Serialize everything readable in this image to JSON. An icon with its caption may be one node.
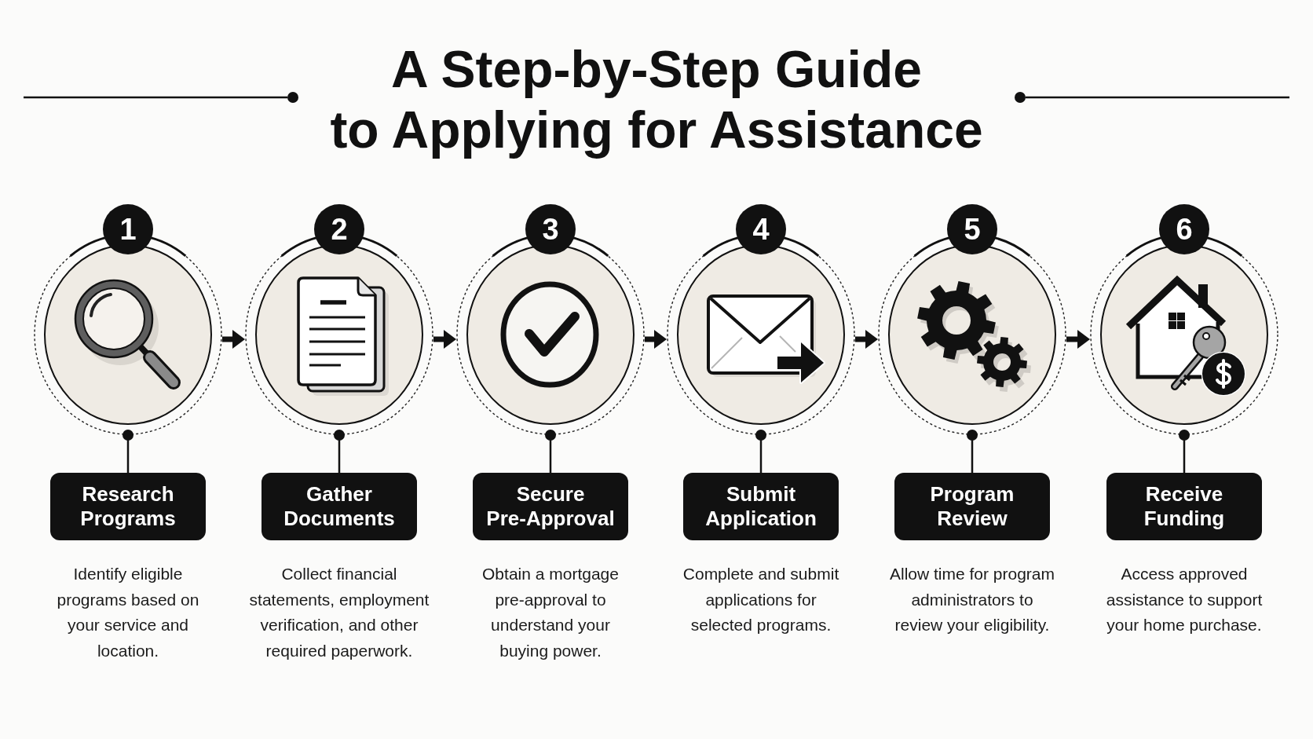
{
  "diagram": {
    "title": "A Step-by-Step Guide to Applying for Assistance",
    "nodes": [
      {
        "text": [
          "1"
        ]
      },
      {
        "text": [],
        "shape": "circle"
      },
      {
        "text": [
          "Research Programs"
        ],
        "beside": [
          "Identify eligible programs based on your service and location."
        ]
      },
      {
        "text": [
          "2"
        ]
      },
      {
        "text": [],
        "shape": "circle"
      },
      {
        "text": [
          "Gather Documents"
        ],
        "beside": [
          "Collect financial statements, employment verification, and other required paperwork."
        ]
      },
      {
        "text": [
          "3"
        ]
      },
      {
        "text": [],
        "shape": "circle"
      },
      {
        "text": [
          "Secure Pre-Approval"
        ],
        "beside": [
          "Obtain a mortgage pre-approval to understand your buying power."
        ]
      },
      {
        "text": [
          "4"
        ]
      },
      {
        "text": [],
        "shape": "circle"
      },
      {
        "text": [
          "Submit Application"
        ],
        "beside": [
          "Complete and submit applications for selected programs."
        ]
      },
      {
        "text": [
          "5"
        ]
      },
      {
        "text": [],
        "shape": "circle"
      },
      {
        "text": [
          "Program Review"
        ],
        "beside": [
          "Allow time for program administrators to review your eligibility."
        ]
      },
      {
        "text": [
          "6"
        ]
      },
      {
        "text": [],
        "shape": "circle"
      },
      {
        "text": [
          "Receive Funding"
        ],
        "beside": [
          "Access approved assistance to support your home purchase."
        ]
      }
    ],
    "edges": [
      {
        "from": 1,
        "to": 2,
        "arrow": "other"
      },
      {
        "from": 1,
        "to": 4,
        "arrow": "to",
        "style": "thick"
      },
      {
        "from": 4,
        "to": 5,
        "arrow": "other"
      },
      {
        "from": 4,
        "to": 7,
        "arrow": "to",
        "style": "thick"
      },
      {
        "from": 7,
        "to": 8,
        "arrow": "other"
      },
      {
        "from": 7,
        "to": 10,
        "arrow": "to",
        "style": "thick"
      },
      {
        "from": 10,
        "to": 11,
        "arrow": "other"
      },
      {
        "from": 10,
        "to": 13,
        "arrow": "to",
        "style": "thick"
      },
      {
        "from": 13,
        "to": 14,
        "arrow": "other"
      },
      {
        "from": 13,
        "to": 16,
        "arrow": "to",
        "style": "thick"
      },
      {
        "from": 16,
        "to": 17,
        "arrow": "other"
      }
    ]
  }
}
